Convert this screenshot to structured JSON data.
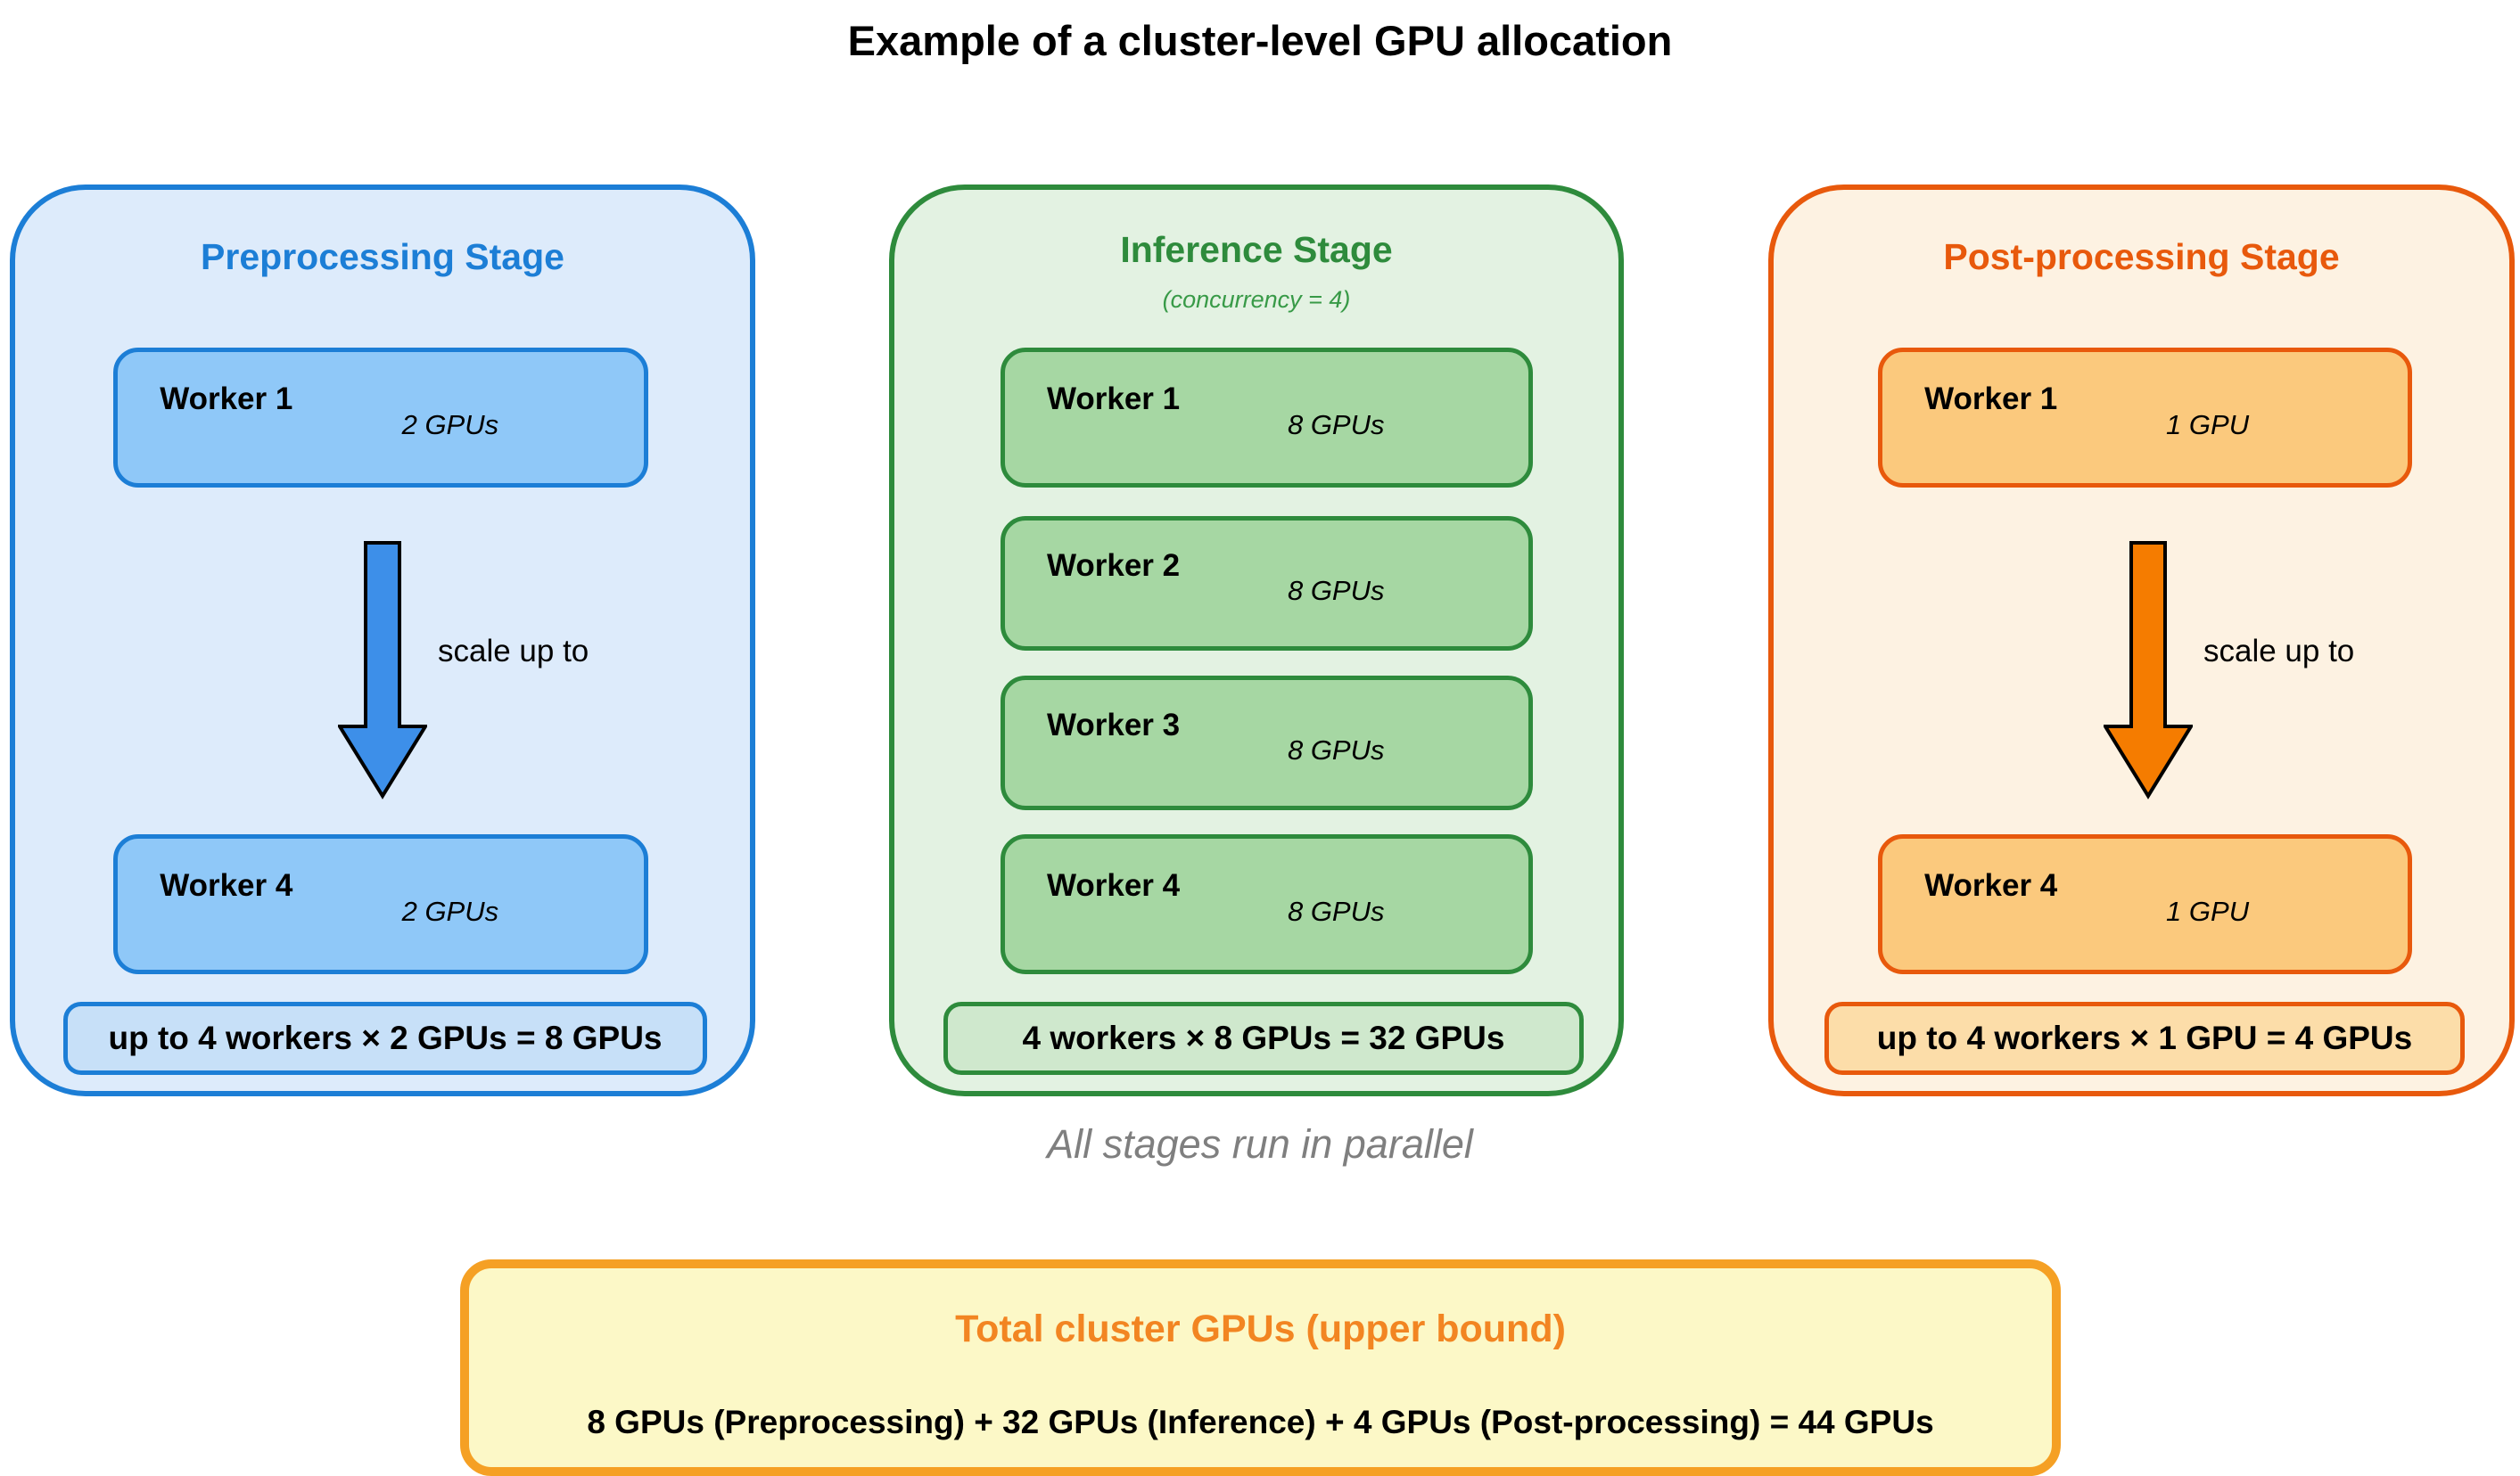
{
  "title": "Example of a cluster-level GPU allocation",
  "stages": [
    {
      "name": "Preprocessing Stage",
      "workers": [
        {
          "label": "Worker 1",
          "gpus": "2 GPUs"
        },
        {
          "label": "Worker 4",
          "gpus": "2 GPUs"
        }
      ],
      "scale_label": "scale up to",
      "summary": "up to 4 workers × 2 GPUs = 8 GPUs"
    },
    {
      "name": "Inference Stage",
      "subtitle": "(concurrency = 4)",
      "workers": [
        {
          "label": "Worker 1",
          "gpus": "8 GPUs"
        },
        {
          "label": "Worker 2",
          "gpus": "8 GPUs"
        },
        {
          "label": "Worker 3",
          "gpus": "8 GPUs"
        },
        {
          "label": "Worker 4",
          "gpus": "8 GPUs"
        }
      ],
      "summary": "4 workers × 8 GPUs = 32 GPUs"
    },
    {
      "name": "Post-processing Stage",
      "workers": [
        {
          "label": "Worker 1",
          "gpus": "1 GPU"
        },
        {
          "label": "Worker 4",
          "gpus": "1 GPU"
        }
      ],
      "scale_label": "scale up to",
      "summary": "up to 4 workers × 1 GPU = 4 GPUs"
    }
  ],
  "parallel_note": "All stages run in parallel",
  "total": {
    "title": "Total cluster GPUs (upper bound)",
    "formula": "8 GPUs (Preprocessing) + 32 GPUs (Inference) + 4 GPUs (Post-processing) = 44 GPUs"
  },
  "colors": {
    "preprocessing_accent": "#1c7ed6",
    "preprocessing_bg": "#ddebfb",
    "preprocessing_worker_bg": "#8fc8f8",
    "preprocessing_summary_bg": "#c7e0f8",
    "preprocessing_arrow_fill": "#3d8fe9",
    "inference_accent": "#2e8b3c",
    "inference_bg": "#e3f2e2",
    "inference_worker_bg": "#a6d7a3",
    "inference_summary_bg": "#cfe8cd",
    "postprocessing_accent": "#e8590c",
    "postprocessing_bg": "#fdf2e2",
    "postprocessing_worker_bg": "#fbc97d",
    "postprocessing_summary_bg": "#fcdda9",
    "postprocessing_arrow_fill": "#f57c00",
    "total_border": "#f5a024",
    "total_bg": "#fcf8c7",
    "total_title_color": "#f28522",
    "parallel_note_color": "#7f7f7f"
  }
}
